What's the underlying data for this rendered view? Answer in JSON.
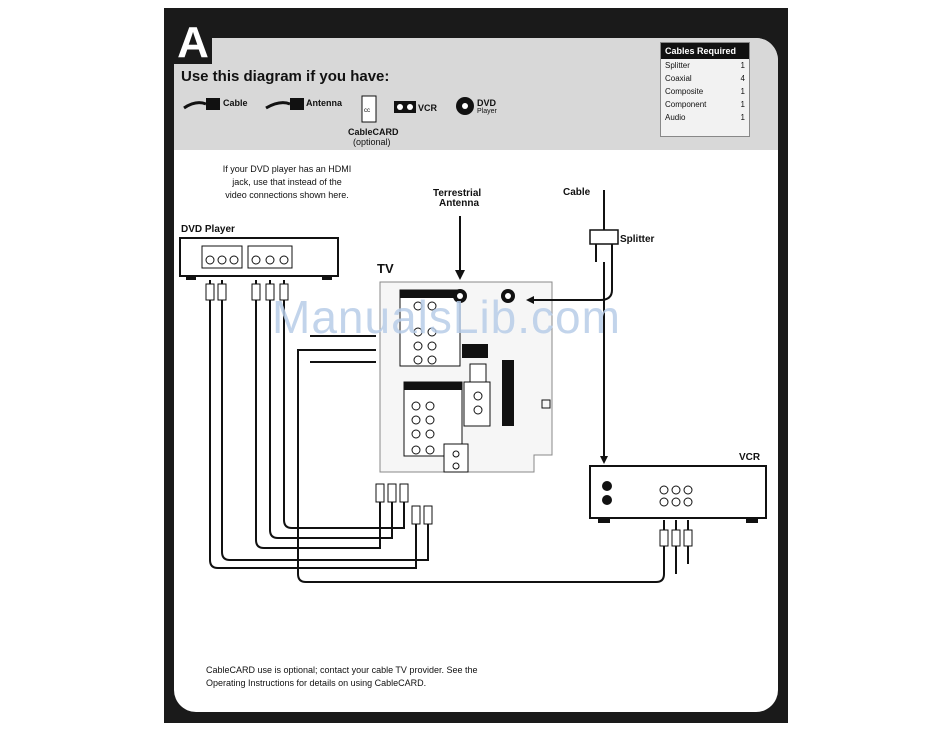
{
  "section_letter": "A",
  "title": "Use this diagram if you have:",
  "have_items": [
    {
      "label": "Cable",
      "icon": "coax-cable-icon"
    },
    {
      "label": "Antenna",
      "icon": "coax-cable-icon"
    },
    {
      "label": "CableCARD",
      "sublabel": "(optional)",
      "icon": "cablecard-icon"
    },
    {
      "label": "VCR",
      "icon": "vcr-icon"
    },
    {
      "label": "DVD",
      "sublabel": "Player",
      "icon": "dvd-disc-icon"
    }
  ],
  "cables_required": {
    "heading": "Cables Required",
    "rows": [
      {
        "name": "Splitter",
        "qty": "1"
      },
      {
        "name": "Coaxial",
        "qty": "4"
      },
      {
        "name": "Composite",
        "qty": "1"
      },
      {
        "name": "Component",
        "qty": "1"
      },
      {
        "name": "Audio",
        "qty": "1"
      }
    ]
  },
  "hdmi_note": {
    "line1": "If your DVD player has an HDMI",
    "line2": "jack, use that instead of the",
    "line3": "video connections shown here."
  },
  "labels": {
    "dvd_player": "DVD Player",
    "tv": "TV",
    "terrestrial": "Terrestrial",
    "antenna": "Antenna",
    "cable": "Cable",
    "splitter": "Splitter",
    "vcr": "VCR"
  },
  "footer": {
    "line1": "CableCARD use is optional; contact your cable TV provider. See the",
    "line2": "Operating Instructions for details on using CableCARD."
  },
  "watermark": "ManualsLib.com"
}
